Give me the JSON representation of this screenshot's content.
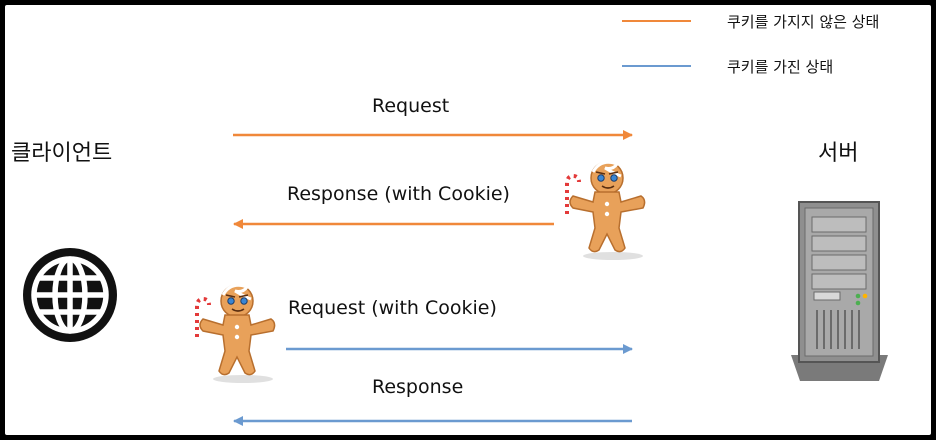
{
  "legend": {
    "items": [
      {
        "label": "쿠키를 가지지 않은 상태",
        "color": "#f0883a"
      },
      {
        "label": "쿠키를 가진 상태",
        "color": "#6b9ad0"
      }
    ]
  },
  "client": {
    "label": "클라이언트",
    "icon": "globe-icon"
  },
  "server": {
    "label": "서버",
    "icon": "server-tower-icon"
  },
  "messages": [
    {
      "label": "Request",
      "direction": "to-server",
      "state": "without-cookie",
      "color": "#f0883a"
    },
    {
      "label": "Response (with Cookie)",
      "direction": "to-client",
      "state": "without-cookie",
      "color": "#f0883a"
    },
    {
      "label": "Request (with Cookie)",
      "direction": "to-server",
      "state": "with-cookie",
      "color": "#6b9ad0"
    },
    {
      "label": "Response",
      "direction": "to-client",
      "state": "with-cookie",
      "color": "#6b9ad0"
    }
  ],
  "cookie_icon": "gingerbread-cookie-icon"
}
